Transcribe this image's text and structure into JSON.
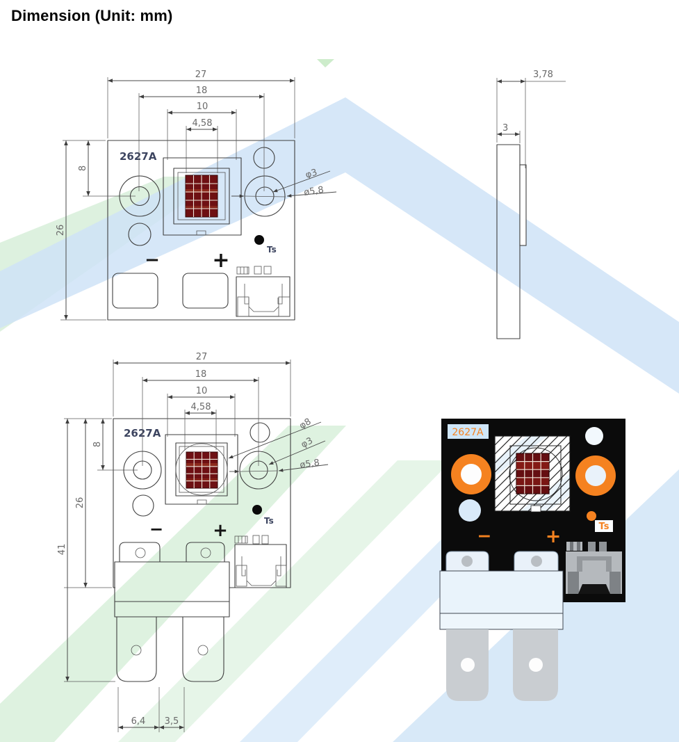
{
  "title": "Dimension (Unit: mm)",
  "model": "2627A",
  "front_top": {
    "model_label": "2627A",
    "dim_width": "27",
    "dim_hole_span": "18",
    "dim_led_outer": "10",
    "dim_die": "4,58",
    "dim_hole_offset": "8",
    "dim_height": "26",
    "callout_hole": "φ3",
    "callout_pad": "ø5,8",
    "ts_label": "Ts",
    "minus_label": "−",
    "plus_label": "+"
  },
  "side": {
    "dim_total_thickness": "3,78",
    "dim_board_thickness": "3"
  },
  "front_bottom": {
    "model_label": "2627A",
    "dim_width": "27",
    "dim_hole_span": "18",
    "dim_led_outer": "10",
    "dim_die": "4,58",
    "dim_hole_offset": "8",
    "dim_height": "26",
    "dim_total_height": "41",
    "dim_tab_width": "6,4",
    "dim_tab_gap": "3,5",
    "callout_les": "φ8",
    "callout_hole": "φ3",
    "callout_pad": "ø5,8",
    "ts_label": "Ts",
    "minus_label": "−",
    "plus_label": "+"
  },
  "product": {
    "model_label": "2627A",
    "ts_label": "Ts",
    "minus_label": "−",
    "plus_label": "+"
  },
  "colors": {
    "accent_orange": "#F58220",
    "die_red": "#650E11",
    "pcb_black": "#0B0B0B",
    "watermark_blue": "#CFE3F7",
    "watermark_green": "#D9EFDB",
    "line": "#3F3F3F",
    "dim_text": "#6A6A6A"
  }
}
